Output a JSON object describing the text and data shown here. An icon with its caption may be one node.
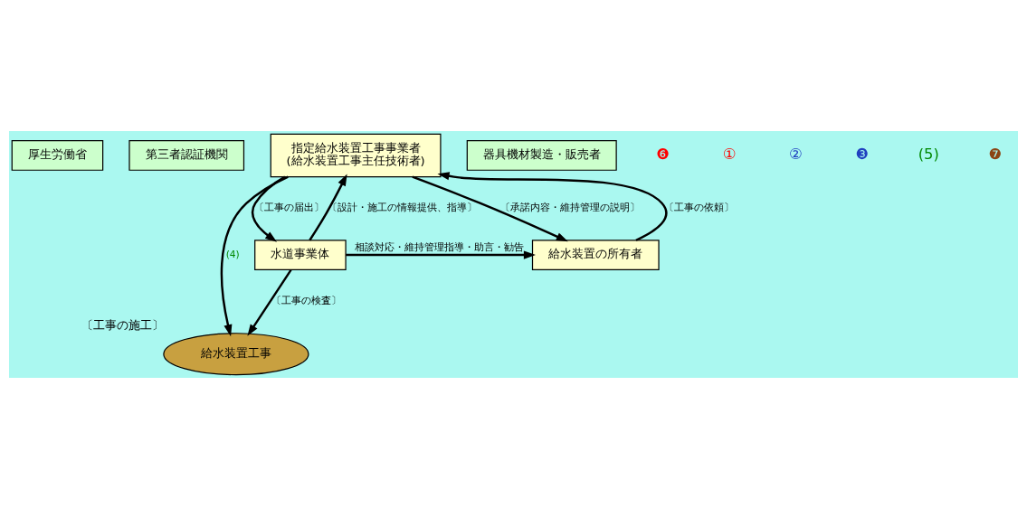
{
  "diagram": {
    "nodes": [
      {
        "text": [
          "厚生労働省"
        ]
      },
      {
        "text": [
          "第三者認証機関"
        ]
      },
      {
        "text": [
          "指定給水装置工事事業者",
          "(給水装置工事主任技術者)"
        ]
      },
      {
        "text": [
          "器具機材製造・販売者"
        ]
      },
      {
        "text": [
          "給水装置工事"
        ],
        "beside": [
          "〔工事の施工〕"
        ]
      },
      {
        "text": [
          "給水装置の所有者"
        ]
      },
      {
        "text": [
          "水道事業体"
        ]
      }
    ],
    "edges": [
      {
        "from": 5,
        "to": 2,
        "arrow": "to",
        "label": "〔工事の依頼〕"
      },
      {
        "from": 2,
        "to": 5,
        "arrow": "to",
        "label": "〔承諾内容・維持管理の説明〕"
      },
      {
        "from": 2,
        "to": 6,
        "arrow": "to",
        "label": "〔工事の届出〕"
      },
      {
        "from": 6,
        "to": 2,
        "arrow": "to",
        "label": "〔設計・施工の情報提供、指導〕"
      },
      {
        "from": 2,
        "to": 4,
        "arrow": "to",
        "label": "(4)"
      },
      {
        "from": 6,
        "to": 4,
        "arrow": "to",
        "label": "〔工事の検査〕"
      },
      {
        "from": 6,
        "to": 5,
        "arrow": "to",
        "label": "相談対応・維持管理指導・助言・勧告"
      }
    ],
    "labels": [
      "❻",
      "①",
      "②",
      "❸",
      "(5)",
      "❼"
    ]
  }
}
